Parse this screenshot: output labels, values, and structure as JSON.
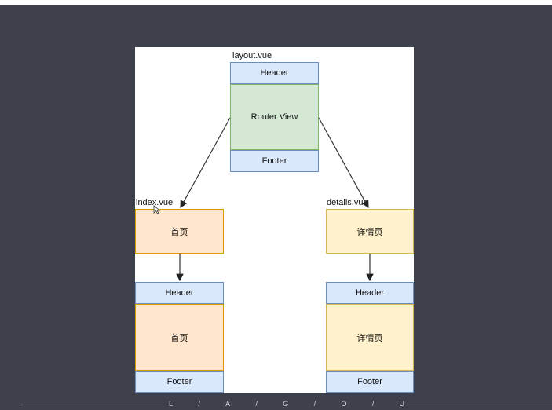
{
  "diagram": {
    "layout": {
      "file_label": "layout.vue",
      "header": "Header",
      "router_view": "Router View",
      "footer": "Footer"
    },
    "index": {
      "file_label": "index.vue",
      "page": "首页",
      "header": "Header",
      "content": "首页",
      "footer": "Footer"
    },
    "details": {
      "file_label": "details.vue",
      "page": "详情页",
      "header": "Header",
      "content": "详情页",
      "footer": "Footer"
    }
  },
  "footer": {
    "brand_letters": [
      "L",
      "/",
      "A",
      "/",
      "G",
      "/",
      "O",
      "/",
      "U"
    ]
  },
  "colors": {
    "background": "#3e414c",
    "blue_fill": "#dae8fc",
    "green_fill": "#d5e8d4",
    "orange_fill": "#ffe6cc",
    "yellow_fill": "#fff2cc"
  }
}
